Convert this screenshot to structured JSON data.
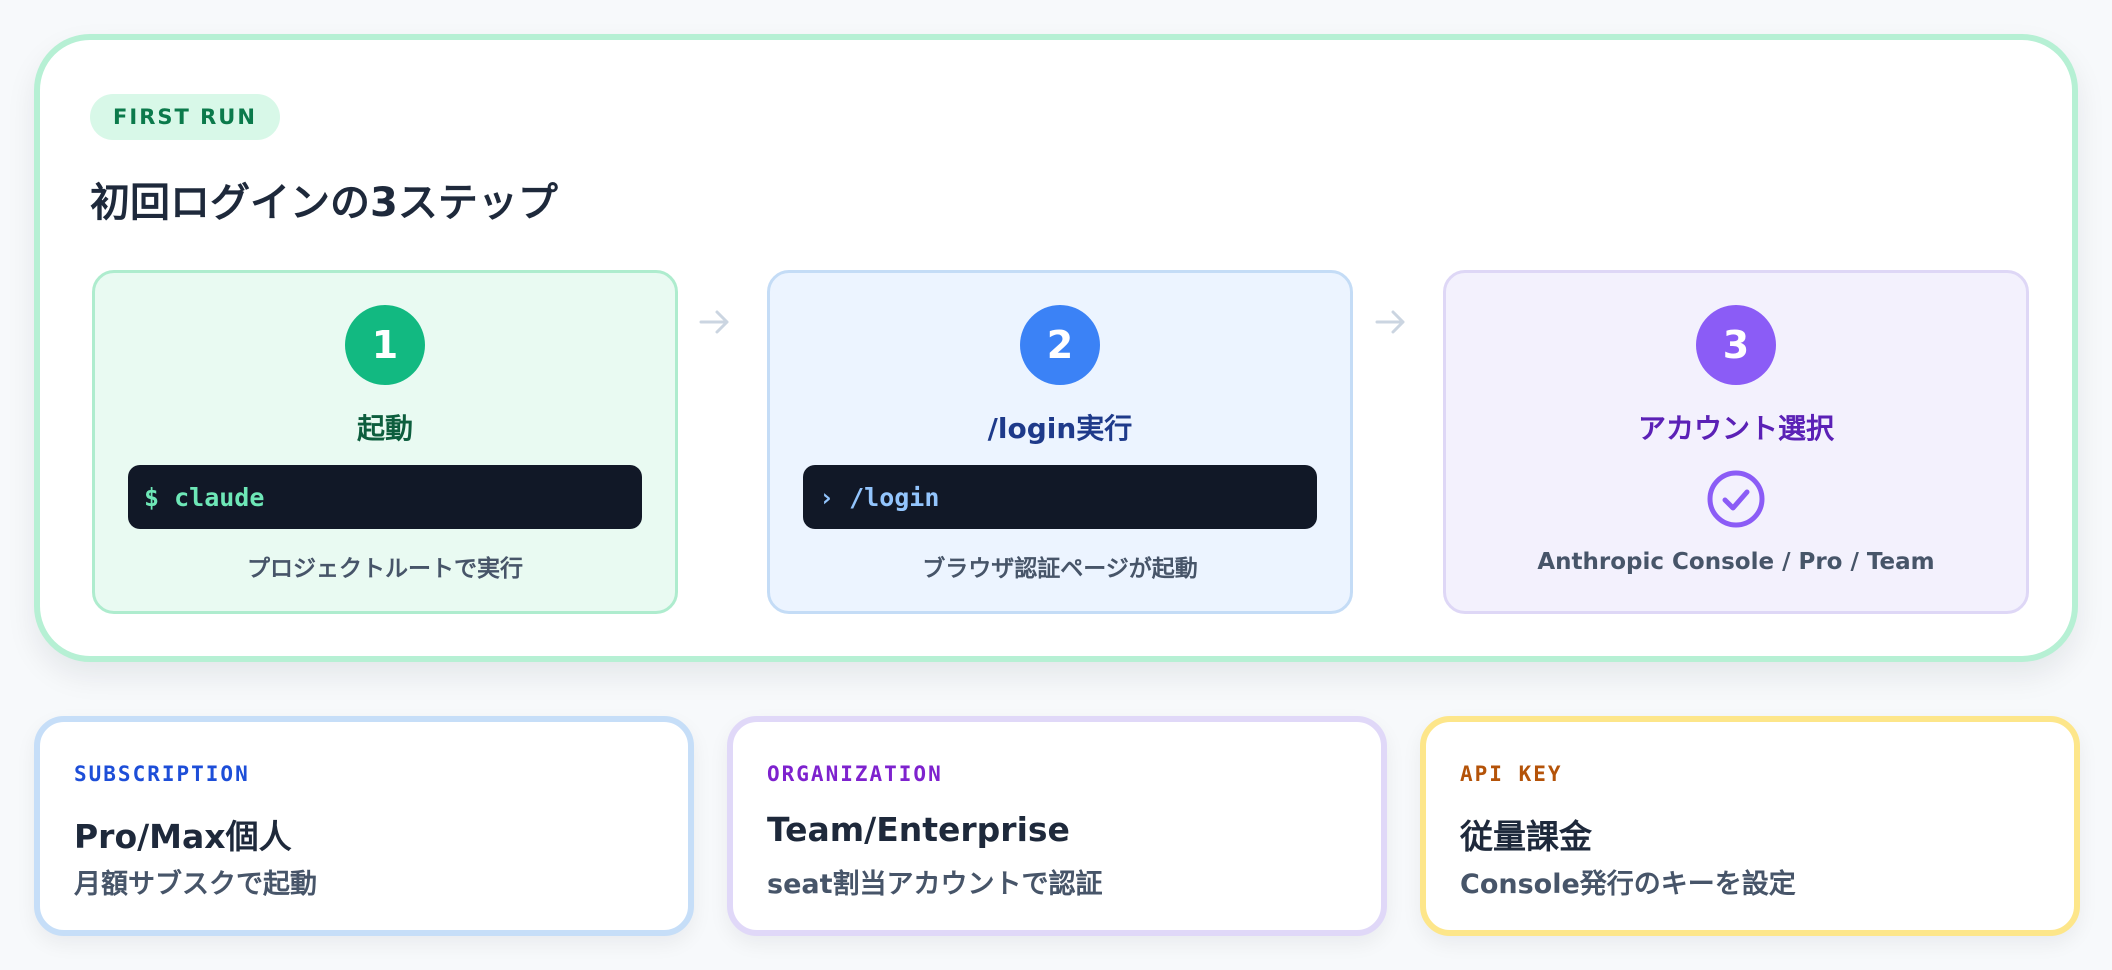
{
  "first_run": {
    "badge": "FIRST RUN",
    "title": "初回ログインの3ステップ",
    "steps": [
      {
        "number": "1",
        "title": "起動",
        "command": "$ claude",
        "caption": "プロジェクトルートで実行",
        "color": "#12b981"
      },
      {
        "number": "2",
        "title": "/login実行",
        "command": "› /login",
        "caption": "ブラウザ認証ページが起動",
        "color": "#3b82f6"
      },
      {
        "number": "3",
        "title": "アカウント選択",
        "icon": "check-circle-icon",
        "caption": "Anthropic Console / Pro / Team",
        "color": "#8b5cf6"
      }
    ]
  },
  "auth_options": [
    {
      "tag": "SUBSCRIPTION",
      "title": "Pro/Max個人",
      "description": "月額サブスクで起動",
      "accent": "#1d4ed8"
    },
    {
      "tag": "ORGANIZATION",
      "title": "Team/Enterprise",
      "description": "seat割当アカウントで認証",
      "accent": "#7e22ce"
    },
    {
      "tag": "API KEY",
      "title": "従量課金",
      "description": "Console発行のキーを設定",
      "accent": "#b45309"
    }
  ]
}
